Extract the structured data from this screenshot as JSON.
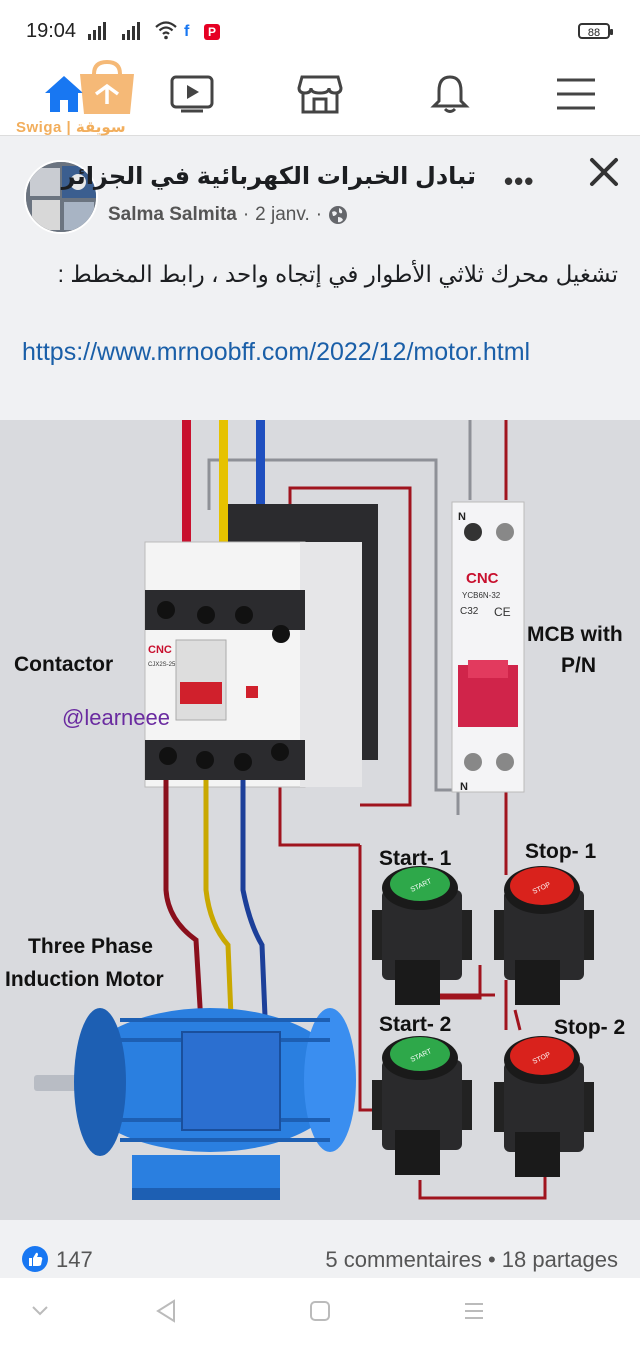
{
  "status": {
    "time": "19:04",
    "battery": "88"
  },
  "nav": {
    "watermark_text": "Swiga | سويقة"
  },
  "post": {
    "group_name": "تبادل الخبرات الكهربائية في الجزائر",
    "more_label": "•••",
    "author": "Salma Salmita",
    "dot": "·",
    "date": "2 janv.",
    "dot2": "·",
    "text": "تشغيل محرك ثلاثي الأطوار في إتجاه واحد ، رابط المخطط :",
    "link": "https://www.mrnoobff.com/2022/12/motor.html"
  },
  "image": {
    "label_contactor": "Contactor",
    "label_watermark": "@learneee",
    "label_mcb_1": "MCB with",
    "label_mcb_2": "P/N",
    "label_start1": "Start- 1",
    "label_stop1": "Stop- 1",
    "label_start2": "Start- 2",
    "label_stop2": "Stop- 2",
    "label_motor_1": "Three Phase",
    "label_motor_2": "Induction Motor",
    "contactor_brand": "CNC",
    "contactor_model": "CJX2S-25",
    "mcb_brand": "CNC",
    "mcb_model": "YCB6N-32",
    "mcb_rating": "C32",
    "mcb_ce": "CE",
    "mcb_n_top": "N",
    "mcb_n_bottom": "N",
    "btn_start": "START",
    "btn_stop": "STOP"
  },
  "reactions": {
    "like_count": "147",
    "stats": "5 commentaires • 18 partages"
  },
  "colors": {
    "facebook_blue": "#1877f2",
    "link": "#1a5fa8",
    "wire_red": "#c8102e",
    "wire_yellow": "#e6c200",
    "wire_blue": "#1f4fbf",
    "motor_blue": "#2a7fe0",
    "start_green": "#2ea84a",
    "stop_red": "#d9221c"
  }
}
